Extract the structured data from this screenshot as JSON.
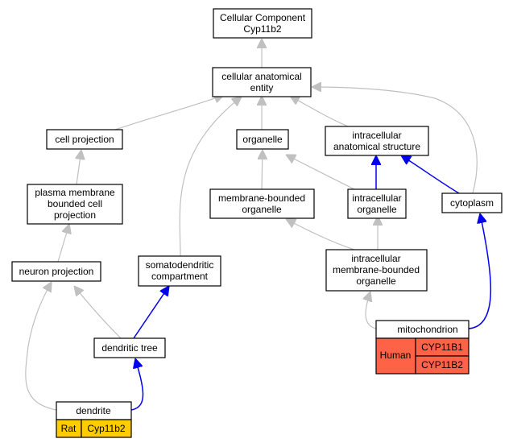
{
  "nodes": {
    "root": {
      "line1": "Cellular Component",
      "line2": "Cyp11b2"
    },
    "cellular_anatomical_entity": {
      "line1": "cellular anatomical",
      "line2": "entity"
    },
    "cell_projection": {
      "line1": "cell projection"
    },
    "organelle": {
      "line1": "organelle"
    },
    "intracellular_anatomical_structure": {
      "line1": "intracellular",
      "line2": "anatomical structure"
    },
    "plasma_membrane_bounded_cell_projection": {
      "line1": "plasma membrane",
      "line2": "bounded cell",
      "line3": "projection"
    },
    "membrane_bounded_organelle": {
      "line1": "membrane-bounded",
      "line2": "organelle"
    },
    "intracellular_organelle": {
      "line1": "intracellular",
      "line2": "organelle"
    },
    "cytoplasm": {
      "line1": "cytoplasm"
    },
    "neuron_projection": {
      "line1": "neuron projection"
    },
    "somatodendritic_compartment": {
      "line1": "somatodendritic",
      "line2": "compartment"
    },
    "intracellular_membrane_bounded_organelle": {
      "line1": "intracellular",
      "line2": "membrane-bounded",
      "line3": "organelle"
    },
    "dendritic_tree": {
      "line1": "dendritic tree"
    },
    "mitochondrion": {
      "line1": "mitochondrion",
      "species": "Human",
      "genes": [
        "CYP11B1",
        "CYP11B2"
      ]
    },
    "dendrite": {
      "line1": "dendrite",
      "species": "Rat",
      "genes": [
        "Cyp11b2"
      ]
    }
  },
  "colors": {
    "edge_grey": "#c0c0c0",
    "edge_blue": "#0000ee",
    "human": "#ff6347",
    "rat": "#ffcc00"
  }
}
